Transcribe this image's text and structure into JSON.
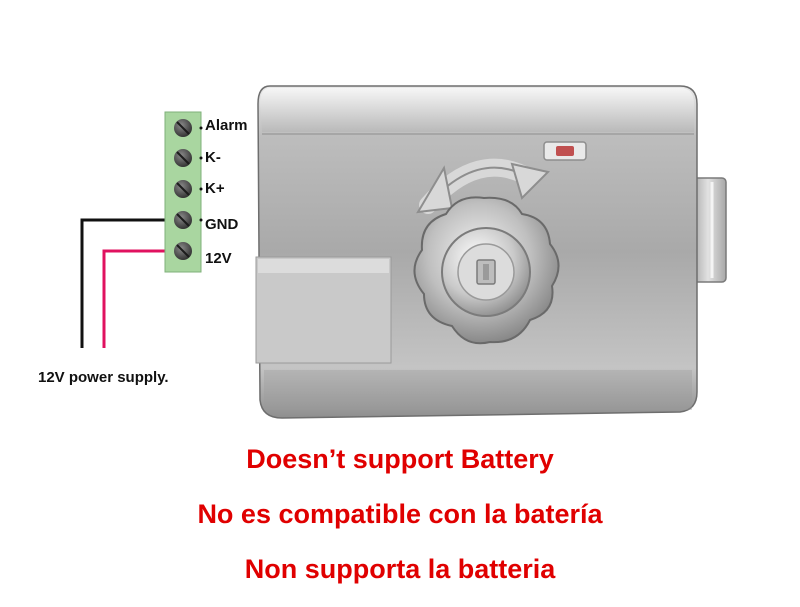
{
  "terminals": [
    {
      "label": "Alarm"
    },
    {
      "label": "K-"
    },
    {
      "label": "K+"
    },
    {
      "label": "GND"
    },
    {
      "label": "12V"
    }
  ],
  "power_supply_label": "12V power supply.",
  "notices": [
    "Doesn’t support Battery",
    "No es compatible con la batería",
    "Non supporta la batteria"
  ],
  "colors": {
    "notice_text": "#e00000",
    "wire_positive": "#e0115f",
    "wire_ground": "#111111",
    "terminal_block": "#a9d6a0",
    "lock_body": "#bcbcbc"
  },
  "icons": [
    "rotation-arrow-icon",
    "indicator-led-icon"
  ]
}
